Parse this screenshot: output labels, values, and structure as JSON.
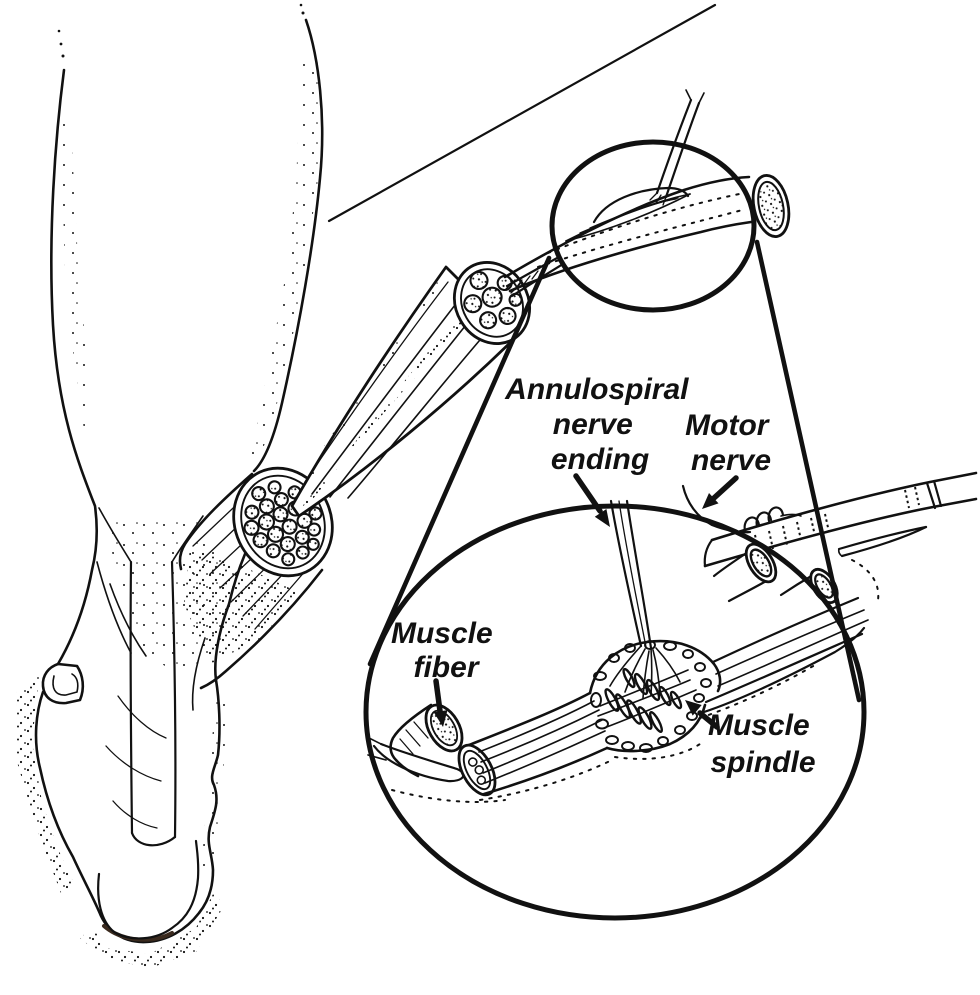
{
  "labels": {
    "annulospiral_nerve_ending": {
      "line1": "Annulospiral",
      "line2": "nerve",
      "line3": "ending"
    },
    "motor_nerve": {
      "line1": "Motor",
      "line2": "nerve"
    },
    "muscle_fiber": {
      "line1": "Muscle",
      "line2": "fiber"
    },
    "muscle_spindle": {
      "line1": "Muscle",
      "line2": "spindle"
    }
  },
  "colors": {
    "ink": "#111111",
    "background": "#ffffff",
    "heel_shadow": "#3a2a1e"
  }
}
